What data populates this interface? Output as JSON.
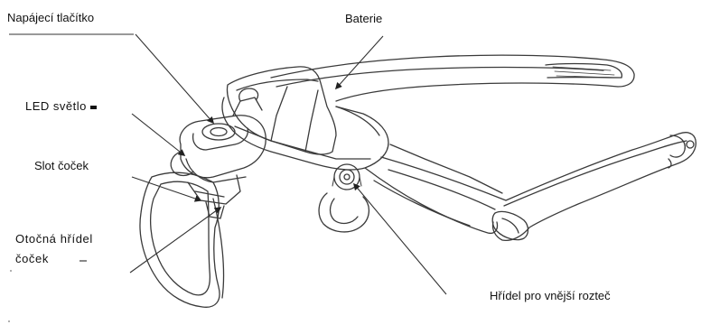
{
  "labels": {
    "power_button": "Napájecí tlačítko",
    "battery": "Baterie",
    "led_light": "LED  světlo",
    "lens_slot": "Slot čoček",
    "lens_shaft_line1": "Otočná hřídel",
    "lens_shaft_line2": "čoček",
    "outer_pitch_shaft": "Hřídel pro vnější rozteč"
  },
  "colors": {
    "line": "#333333",
    "background": "#ffffff"
  }
}
